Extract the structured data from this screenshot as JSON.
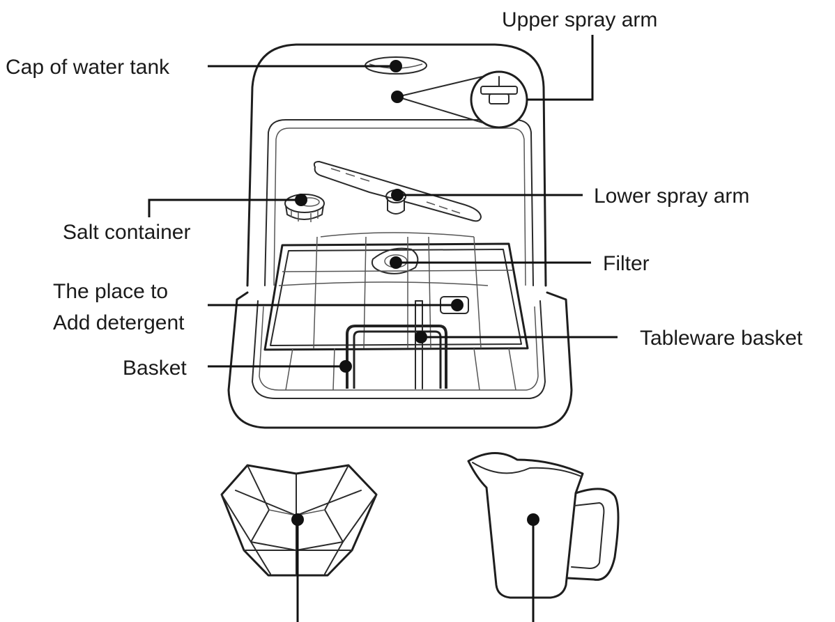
{
  "labels": {
    "upper_spray_arm": "Upper spray arm",
    "cap_of_water_tank": "Cap of water tank",
    "lower_spray_arm": "Lower spray arm",
    "salt_container": "Salt container",
    "filter": "Filter",
    "detergent_line1": "The place to",
    "detergent_line2": "Add detergent",
    "tableware_basket": "Tableware basket",
    "basket": "Basket"
  },
  "colors": {
    "line": "#111111",
    "background": "#ffffff"
  }
}
